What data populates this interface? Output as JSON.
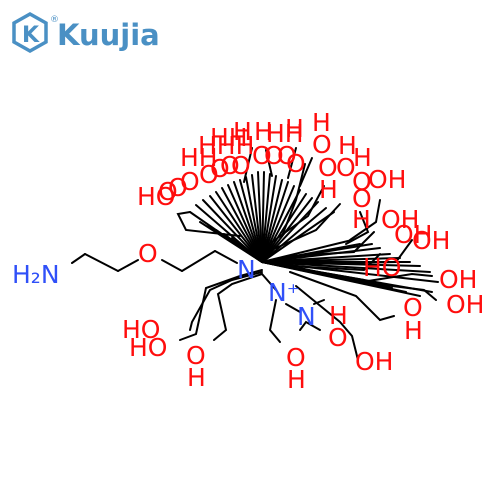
{
  "logo": {
    "text": "Kuujia",
    "mark": "®",
    "icon": "hexagon-k-icon",
    "color": "#4a90c4"
  },
  "colors": {
    "oxygen": "#ff0d0d",
    "nitrogen": "#3050f8",
    "bond": "#000000"
  },
  "labels": {
    "amine": "H₂N",
    "ether_o": "O",
    "center_n": "N",
    "n_plus": "N⁺",
    "n2": "N",
    "ho": "HO",
    "oh": "OH",
    "o": "O",
    "h": "H",
    "hh": "HH",
    "hhh": "HHH"
  }
}
